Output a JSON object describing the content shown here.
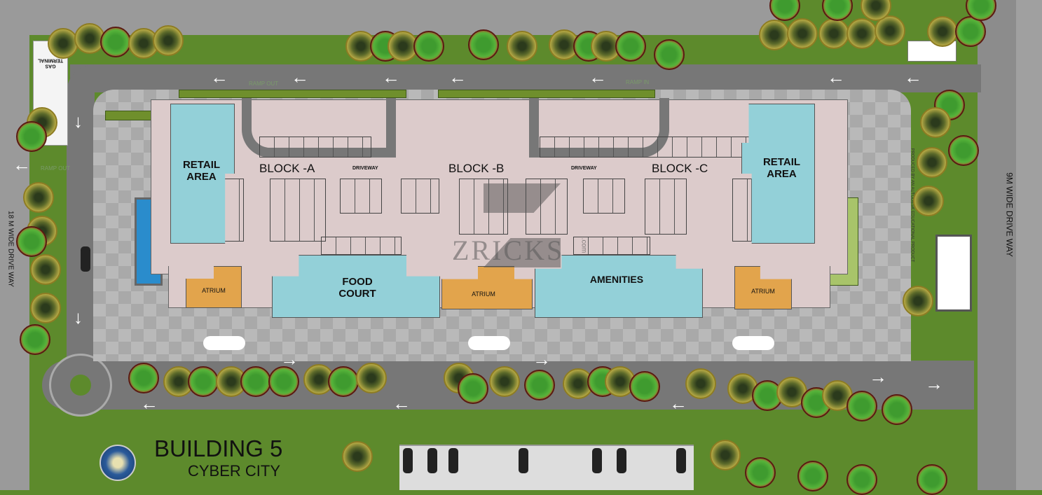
{
  "title": {
    "main": "BUILDING 5",
    "sub": "CYBER CITY"
  },
  "watermark": {
    "brand": "ZRICKS",
    "suffix": ".com"
  },
  "labels": {
    "gas_terminal": "GAS TERMINAL",
    "ramp_out_top": "RAMP OUT",
    "ramp_in_top": "RAMP IN",
    "ramp_out_left": "RAMP OUT",
    "retail_left": "RETAIL AREA",
    "retail_right": "RETAIL AREA",
    "block_a": "BLOCK -A",
    "block_b": "BLOCK -B",
    "block_c": "BLOCK -C",
    "driveway_1": "DRIVEWAY",
    "driveway_2": "DRIVEWAY",
    "atrium_1": "ATRIUM",
    "atrium_2": "ATRIUM",
    "atrium_3": "ATRIUM",
    "food_court": "FOOD COURT",
    "amenities": "AMENITIES",
    "drive_left": "18 M WIDE DRIVE WAY",
    "drive_right": "9M WIDE DRIVE WAY",
    "produced_by": "PRODUCED BY AN AUTODESK EDUCATIONAL PRODUCT"
  },
  "colors": {
    "grass": "#5d8a2c",
    "road": "#8a8a8a",
    "building": "#dccbcb",
    "retail": "#93d0d8",
    "atrium": "#e2a44c"
  }
}
